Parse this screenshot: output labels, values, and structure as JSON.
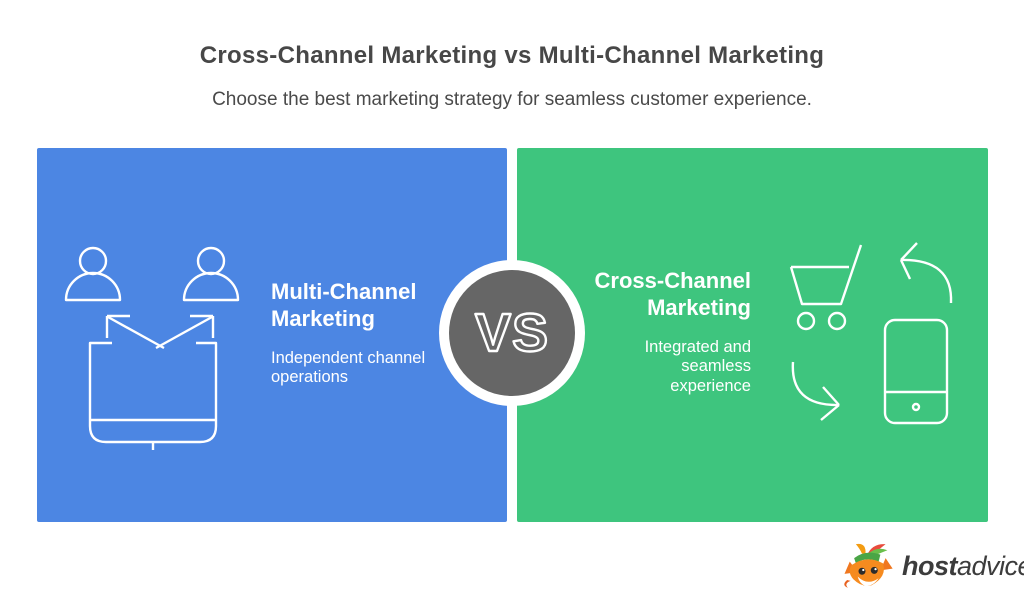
{
  "header": {
    "title": "Cross-Channel Marketing vs Multi-Channel Marketing",
    "subtitle": "Choose the best marketing strategy for seamless customer experience."
  },
  "panels": {
    "left": {
      "heading": "Multi-Channel Marketing",
      "description": "Independent channel operations",
      "icon": "users-broadcast-monitor-icon"
    },
    "right": {
      "heading": "Cross-Channel Marketing",
      "description": "Integrated and seamless experience",
      "icons": [
        "shopping-cart-icon",
        "sync-arrows-icon",
        "smartphone-icon"
      ]
    },
    "vs_badge": {
      "label": "VS"
    }
  },
  "footer": {
    "logo": {
      "icon": "fox-mascot-icon",
      "brand_bold": "host",
      "brand_light": "advice."
    }
  },
  "colors": {
    "background": "#FFFFFF",
    "blue_panel": "#4C86E3",
    "green_panel": "#3EC57E",
    "vs_gray": "#666666",
    "title_text": "#474747",
    "subtitle_text": "#4A4A4A",
    "panel_text": "#FFFFFF",
    "logo_text": "#3C3C3C"
  }
}
